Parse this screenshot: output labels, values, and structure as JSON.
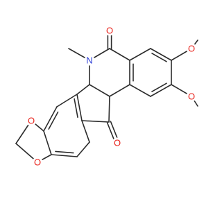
{
  "colors": {
    "background": "#ffffff",
    "carbon_bond": "#2b2b2b",
    "oxygen": "#e8221b",
    "nitrogen": "#2f3fd6"
  },
  "atom_labels": {
    "o_carbonyl_top": "O",
    "o_methoxy_upper": "O",
    "o_methoxy_lower": "O",
    "n_methyl": "N",
    "o_carbonyl_bottom": "O",
    "o_dioxole_upper": "O",
    "o_dioxole_lower": "O"
  }
}
